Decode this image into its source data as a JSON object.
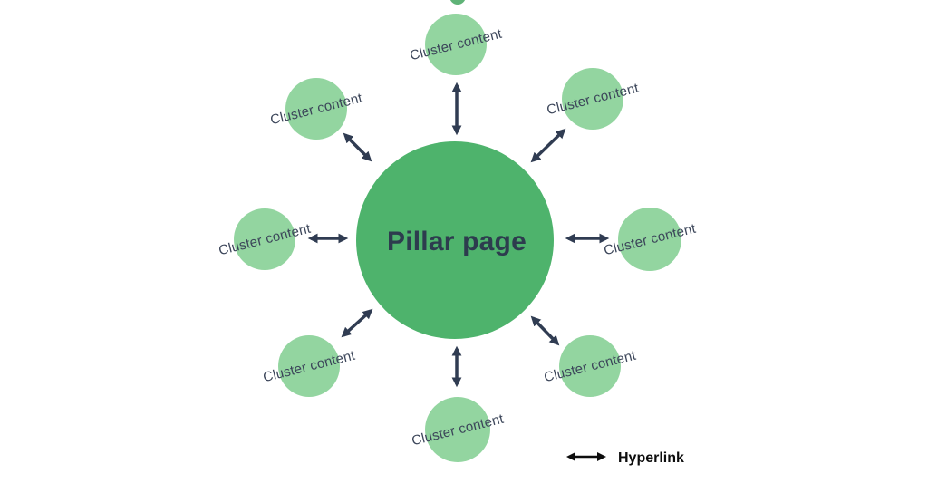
{
  "diagram": {
    "center": {
      "label": "Pillar page"
    },
    "clusters": [
      {
        "id": "top",
        "label": "Cluster content"
      },
      {
        "id": "top-right",
        "label": "Cluster content"
      },
      {
        "id": "right",
        "label": "Cluster content"
      },
      {
        "id": "bottom-right",
        "label": "Cluster content"
      },
      {
        "id": "bottom",
        "label": "Cluster content"
      },
      {
        "id": "bottom-left",
        "label": "Cluster content"
      },
      {
        "id": "left",
        "label": "Cluster content"
      },
      {
        "id": "top-left",
        "label": "Cluster content"
      }
    ],
    "legend": {
      "label": "Hyperlink"
    }
  },
  "colors": {
    "pillar_green": "#4eb36c",
    "cluster_green": "#93d5a0",
    "artifact_green": "#5fb377",
    "arrow_navy": "#303c52",
    "label_navy": "#3b4559",
    "title_navy": "#2d3c4e",
    "legend_black": "#0d0d0d",
    "background": "#ffffff"
  }
}
